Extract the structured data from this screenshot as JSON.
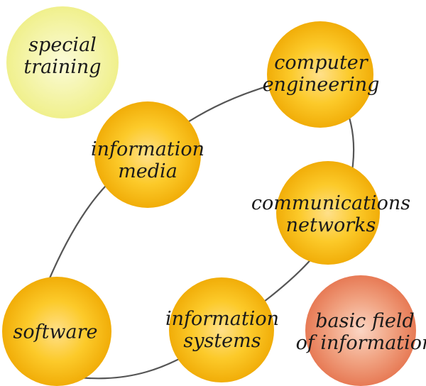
{
  "colors": {
    "edge": "#555555",
    "orange_center": "#ffe08a",
    "orange_mid": "#fcca2a",
    "orange_edge": "#f1ad08",
    "yellow_center": "#fbfbd8",
    "yellow_edge": "#f0f08c",
    "red_center": "#fbd6c4",
    "red_mid": "#f1a483",
    "red_edge": "#e77a55",
    "text": "#1a1a1a"
  },
  "nodes": [
    {
      "id": "special-training",
      "kind": "yellow",
      "lines": [
        "special",
        "training"
      ]
    },
    {
      "id": "computer-engineering",
      "kind": "orange",
      "lines": [
        "computer",
        "engineering"
      ]
    },
    {
      "id": "information-media",
      "kind": "orange",
      "lines": [
        "information",
        "media"
      ]
    },
    {
      "id": "communications-networks",
      "kind": "orange",
      "lines": [
        "communications",
        "networks"
      ]
    },
    {
      "id": "software",
      "kind": "orange",
      "lines": [
        "software"
      ]
    },
    {
      "id": "information-systems",
      "kind": "orange",
      "lines": [
        "information",
        "systems"
      ]
    },
    {
      "id": "basic-field-of-information",
      "kind": "red",
      "lines": [
        "basic field",
        "of information"
      ]
    }
  ]
}
